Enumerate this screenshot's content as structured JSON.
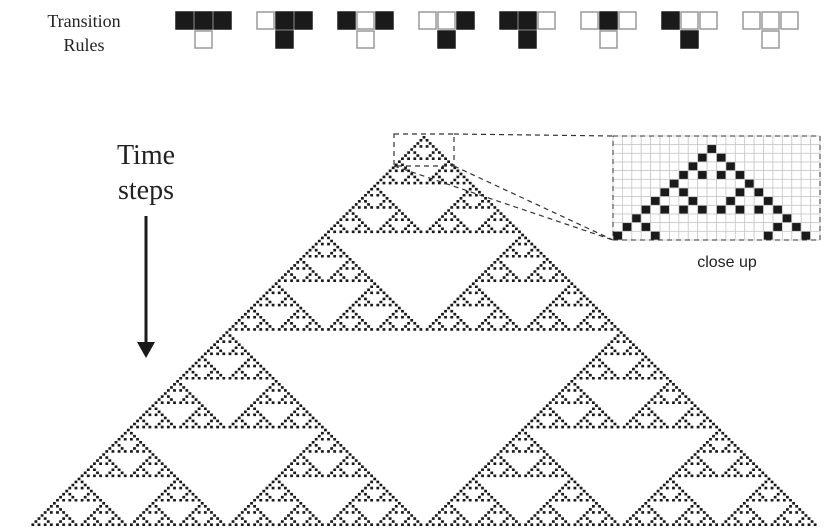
{
  "labels": {
    "transition_line1": "Transition",
    "transition_line2": "Rules",
    "time_line1": "Time",
    "time_line2": "steps",
    "close_up": "close up"
  },
  "colors": {
    "on": "#1a1a1a",
    "off_border": "#9a9a9a",
    "grid": "#c8c8c8",
    "dash": "#333333"
  },
  "rule": {
    "number": 90,
    "patterns": [
      {
        "top": [
          1,
          1,
          1
        ],
        "out": 0
      },
      {
        "top": [
          0,
          1,
          1
        ],
        "out": 1
      },
      {
        "top": [
          1,
          0,
          1
        ],
        "out": 0
      },
      {
        "top": [
          0,
          0,
          1
        ],
        "out": 1
      },
      {
        "top": [
          1,
          1,
          0
        ],
        "out": 1
      },
      {
        "top": [
          0,
          1,
          0
        ],
        "out": 0
      },
      {
        "top": [
          1,
          0,
          0
        ],
        "out": 1
      },
      {
        "top": [
          0,
          0,
          0
        ],
        "out": 0
      }
    ]
  },
  "icons": {
    "arrow": "down-arrow-icon"
  }
}
